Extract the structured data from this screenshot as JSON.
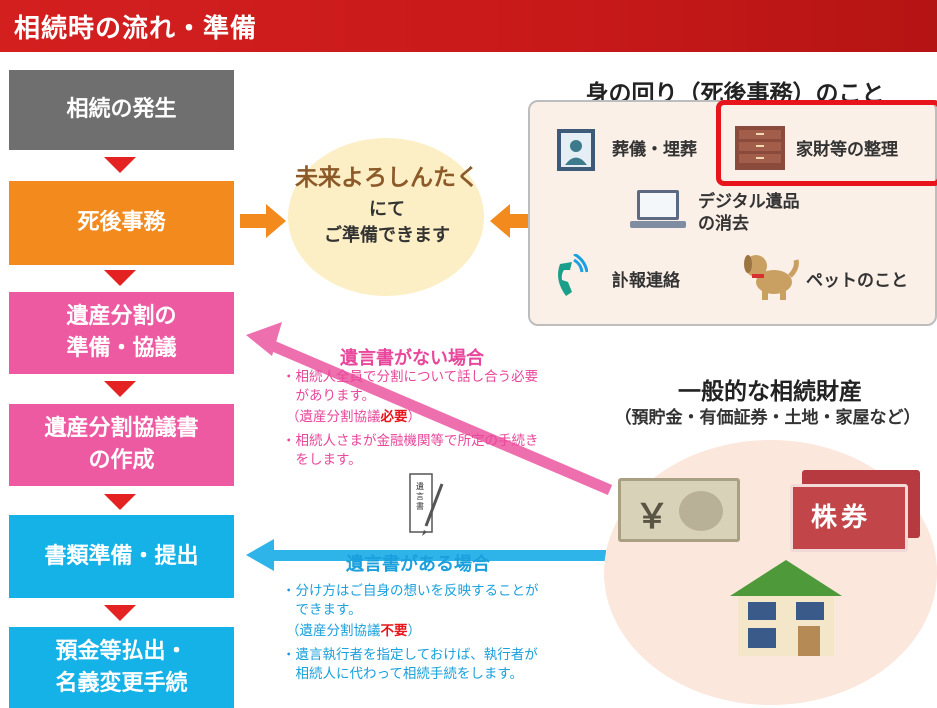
{
  "header": {
    "title": "相続時の流れ・準備"
  },
  "steps": [
    {
      "label": "相続の発生"
    },
    {
      "label": "死後事務"
    },
    {
      "label": "遺産分割の\n準備・協議"
    },
    {
      "label": "遺産分割協議書\nの作成"
    },
    {
      "label": "書類準備・提出"
    },
    {
      "label": "預金等払出・\n名義変更手続"
    }
  ],
  "center": {
    "title": "未来よろしんたく",
    "subtitle": "にて\nご準備できます"
  },
  "after_death": {
    "title": "身の回り（死後事務）のこと",
    "items": [
      {
        "label": "葬儀・埋葬",
        "icon": "portrait-icon"
      },
      {
        "label": "家財等の整理",
        "icon": "dresser-icon"
      },
      {
        "label": "デジタル遺品\nの消去",
        "icon": "laptop-icon"
      },
      {
        "label": "訃報連絡",
        "icon": "phone-icon"
      },
      {
        "label": "ペットのこと",
        "icon": "dog-icon"
      }
    ]
  },
  "no_will": {
    "title": "遺言書がない場合",
    "line1": "・相続人全員で分割について話し合う必要\n　があります。",
    "req_prefix": "（遺産分割協議",
    "req_word": "必要",
    "req_suffix": "）",
    "line2": "・相続人さまが金融機関等で所定の手続き\n　をします。"
  },
  "with_will": {
    "title": "遺言書がある場合",
    "line1": "・分け方はご自身の想いを反映することが\n　できます。",
    "req_prefix": "（遺産分割協議",
    "req_word": "不要",
    "req_suffix": "）",
    "line2": "・遺言執行者を指定しておけば、執行者が\n　相続人に代わって相続手続をします。"
  },
  "will_doc": {
    "label": "遺言書"
  },
  "estate": {
    "title": "一般的な相続財産",
    "subtitle": "（預貯金・有価証券・土地・家屋など）",
    "yen": "￥",
    "stock": "株券"
  },
  "colors": {
    "header": "#d41f1f",
    "gray": "#6f6f6f",
    "orange": "#f28a1e",
    "pink": "#ee5aa2",
    "blue": "#15b2e8",
    "highlight": "#e8141b"
  }
}
